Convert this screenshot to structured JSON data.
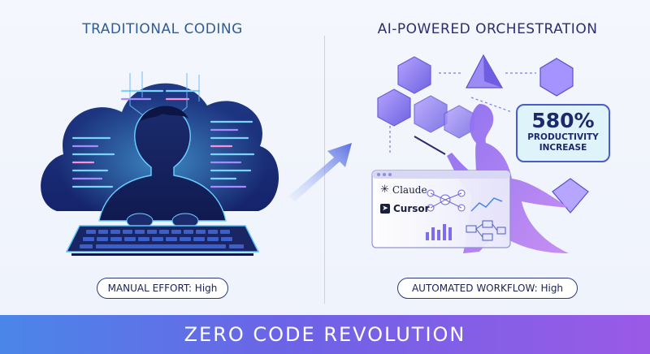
{
  "left_panel": {
    "heading": "TRADITIONAL CODING",
    "pill_label": "MANUAL EFFORT: High"
  },
  "right_panel": {
    "heading": "AI-POWERED ORCHESTRATION",
    "pill_label": "AUTOMATED WORKFLOW: High",
    "stat": {
      "value": "580%",
      "label_line1": "PRODUCTIVITY",
      "label_line2": "INCREASE"
    },
    "tools": [
      {
        "name": "Claude",
        "icon": "claude-logo-icon"
      },
      {
        "name": "Cursor",
        "icon": "cursor-logo-icon"
      }
    ]
  },
  "banner": {
    "text": "ZERO CODE REVOLUTION"
  },
  "colors": {
    "background": "#f4f7fd",
    "heading_left": "#2f5d93",
    "heading_right": "#2c2f6e",
    "accent_blue": "#4a86e8",
    "accent_purple": "#9a5ae6",
    "pill_border": "#2d3a73"
  }
}
